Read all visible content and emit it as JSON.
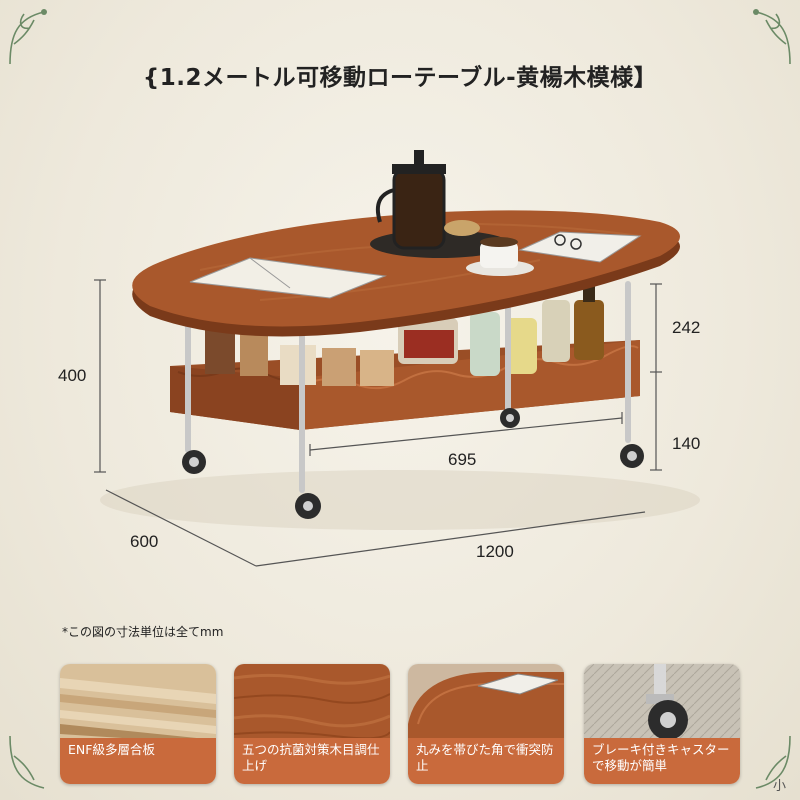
{
  "title": "{1.2メートル可移動ローテーブル-黄楊木模様】",
  "dimensions": {
    "height_total": "400",
    "height_upper": "242",
    "height_lower": "140",
    "shelf_width": "695",
    "depth": "600",
    "length": "1200"
  },
  "note": "*この図の寸法単位は全てmm",
  "features": [
    {
      "caption": "ENF級多層合板",
      "icon": "plywood-layers"
    },
    {
      "caption": "五つの抗菌対策木目調仕上げ",
      "icon": "wood-grain"
    },
    {
      "caption": "丸みを帯びた角で衝突防止",
      "icon": "rounded-corner"
    },
    {
      "caption": "ブレーキ付きキャスターで移動が簡単",
      "icon": "caster-wheel"
    }
  ],
  "logo": "小",
  "colors": {
    "accent": "#c96a3c",
    "wood": "#a9582c",
    "background": "#f1ede2"
  }
}
